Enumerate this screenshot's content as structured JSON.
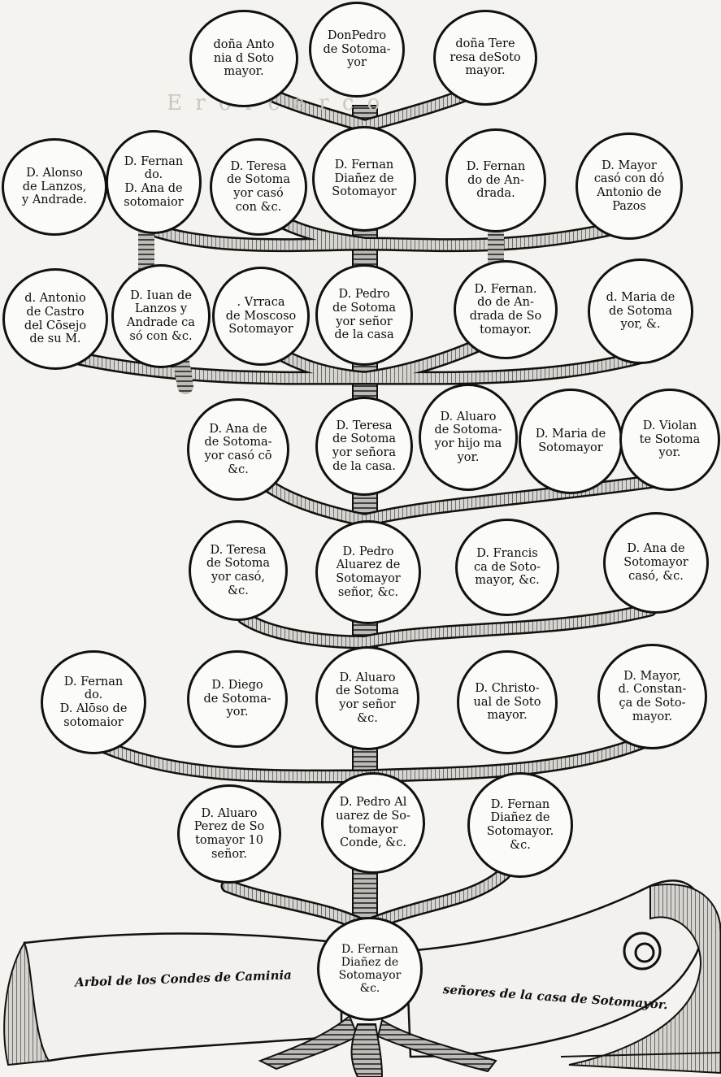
{
  "tree": {
    "title_left": "Arbol de los Condes de Caminia",
    "title_right": "señores de la casa de Sotomayor.",
    "nodes": [
      {
        "id": "r0a",
        "text": "doña Anto\nnia d Soto\nmayor."
      },
      {
        "id": "r0b",
        "text": "DonPedro\nde Sotoma-\nyor"
      },
      {
        "id": "r0c",
        "text": "doña Tere\nresa deSoto\nmayor."
      },
      {
        "id": "r1a",
        "text": "D. Alonso\nde Lanzos,\ny Andrade."
      },
      {
        "id": "r1b",
        "text": "D. Fernan\ndo.\nD. Ana de\nsotomaior"
      },
      {
        "id": "r1c",
        "text": "D. Teresa\nde Sotoma\nyor casó\ncon &c."
      },
      {
        "id": "r1d",
        "text": "D. Fernan\nDiañez de\nSotomayor"
      },
      {
        "id": "r1e",
        "text": "D. Fernan\ndo de An-\ndrada."
      },
      {
        "id": "r1f",
        "text": "D. Mayor\ncasó con dó\nAntonio de\nPazos"
      },
      {
        "id": "r2a",
        "text": "d. Antonio\nde Castro\ndel Cōsejo\nde su M."
      },
      {
        "id": "r2b",
        "text": "D. Iuan de\nLanzos y\nAndrade ca\nsó con &c."
      },
      {
        "id": "r2c",
        "text": ". Vrraca\nde Moscoso\nSotomayor"
      },
      {
        "id": "r2d",
        "text": "D. Pedro\nde Sotoma\nyor señor\nde la casa"
      },
      {
        "id": "r2e",
        "text": "D. Fernan.\ndo de An-\ndrada de So\ntomayor."
      },
      {
        "id": "r2f",
        "text": "d. Maria de\nde Sotoma\nyor, &."
      },
      {
        "id": "r3a",
        "text": "D. Ana de\nde Sotoma-\nyor casó cō\n&c."
      },
      {
        "id": "r3b",
        "text": "D. Teresa\nde Sotoma\nyor señora\nde la casa."
      },
      {
        "id": "r3c",
        "text": "D. Aluaro\nde Sotoma-\nyor hijo ma\nyor."
      },
      {
        "id": "r3d",
        "text": "D. Maria de\nSotomayor"
      },
      {
        "id": "r3e",
        "text": "D. Violan\nte Sotoma\nyor."
      },
      {
        "id": "r4a",
        "text": "D. Teresa\nde Sotoma\nyor casó,\n&c."
      },
      {
        "id": "r4b",
        "text": "D. Pedro\nAluarez de\nSotomayor\nseñor, &c."
      },
      {
        "id": "r4c",
        "text": "D. Francis\nca de Soto-\nmayor, &c."
      },
      {
        "id": "r4d",
        "text": "D. Ana de\nSotomayor\ncasó, &c."
      },
      {
        "id": "r5a",
        "text": "D. Fernan\ndo.\nD. Alōso de\nsotomaior"
      },
      {
        "id": "r5b",
        "text": "D. Diego\nde Sotoma-\nyor."
      },
      {
        "id": "r5c",
        "text": "D. Aluaro\nde Sotoma\nyor señor\n&c."
      },
      {
        "id": "r5d",
        "text": "D. Christo-\nual de Soto\nmayor."
      },
      {
        "id": "r5e",
        "text": "D. Mayor,\nd. Constan-\nça de Soto-\nmayor."
      },
      {
        "id": "r6a",
        "text": "D. Aluaro\nPerez de So\ntomayor 10\nseñor."
      },
      {
        "id": "r6b",
        "text": "D. Pedro Al\nuarez de So-\ntomayor\nConde, &c."
      },
      {
        "id": "r6c",
        "text": "D. Fernan\nDiañez de\nSotomayor.\n&c."
      },
      {
        "id": "root",
        "text": "D. Fernan\nDiañez de\nSotomayor\n&c."
      }
    ]
  },
  "colors": {
    "ink": "#111111",
    "paper": "#f4f3ef",
    "bark": "#777777",
    "trunk": "#9a9a9a"
  }
}
